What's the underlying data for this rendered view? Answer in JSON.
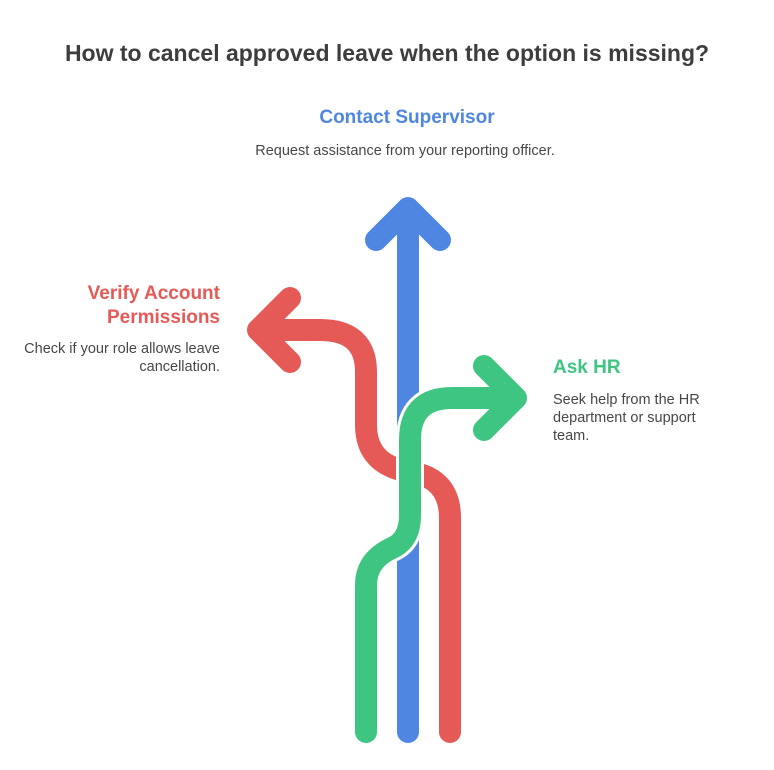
{
  "title": "How to cancel approved leave when the option is missing?",
  "options": {
    "contact_supervisor": {
      "heading": "Contact Supervisor",
      "description": "Request assistance from your reporting officer.",
      "color": "#4e86e2"
    },
    "verify_permissions": {
      "heading": "Verify Account Permissions",
      "description": "Check if your role allows leave cancellation.",
      "color": "#e55a56"
    },
    "ask_hr": {
      "heading": "Ask HR",
      "description": "Seek help from the HR department or support team.",
      "color": "#3ec581"
    }
  }
}
